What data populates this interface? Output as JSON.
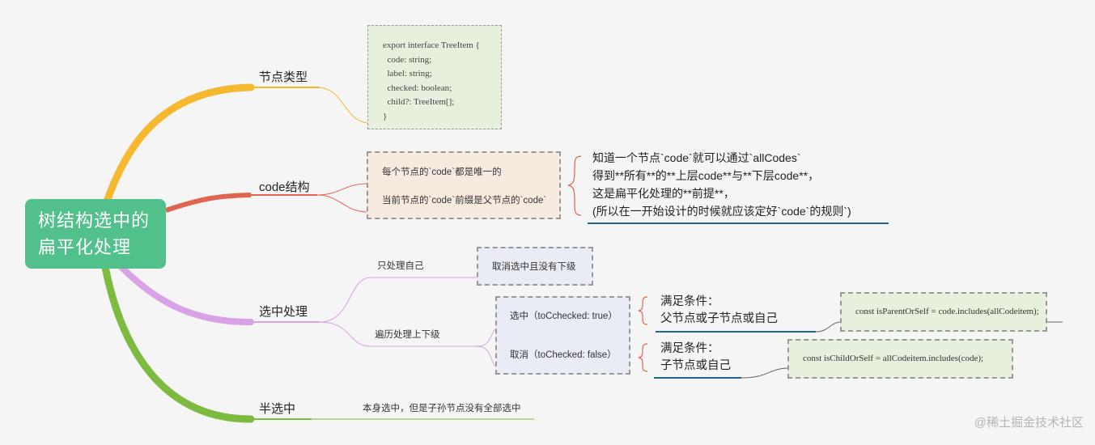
{
  "root": {
    "line1": "树结构选中的",
    "line2": "扁平化处理"
  },
  "branches": {
    "node_type": {
      "label": "节点类型",
      "code": "export interface TreeItem {\n  code: string;\n  label: string;\n  checked: boolean;\n  child?: TreeItem[];\n}"
    },
    "code_structure": {
      "label": "code结构",
      "items": [
        "每个节点的`code`都是唯一的",
        "当前节点的`code`前缀是父节点的`code`"
      ],
      "note": [
        "知道一个节点`code`就可以通过`allCodes`",
        "得到**所有**的**上层code**与**下层code**，",
        "这是扁平化处理的**前提**，",
        "(所以在一开始设计的时候就应该定好`code`的规则`)"
      ]
    },
    "select": {
      "label": "选中处理",
      "self_only": "只处理自己",
      "self_only_result": "取消选中且没有下级",
      "traverse": "遍历处理上下级",
      "checked": "选中（toCchecked: true）",
      "unchecked": "取消（toChecked: false）",
      "cond1_title": "满足条件：",
      "cond1_body": "父节点或子节点或自己",
      "cond1_code": "const isParentOrSelf = code.includes(allCodeitem);",
      "cond2_title": "满足条件：",
      "cond2_body": "子节点或自己",
      "cond2_code": "const isChildOrSelf = allCodeitem.includes(code);"
    },
    "half": {
      "label": "半选中",
      "desc": "本身选中，但是子孙节点没有全部选中"
    }
  },
  "watermark": "@稀土掘金技术社区",
  "colors": {
    "root": "#52c08a",
    "branch_node_type": "#f5b82e",
    "branch_code": "#e06550",
    "branch_select": "#d9a1e6",
    "branch_half": "#7cbb3f",
    "underline_blue": "#1f6791"
  }
}
